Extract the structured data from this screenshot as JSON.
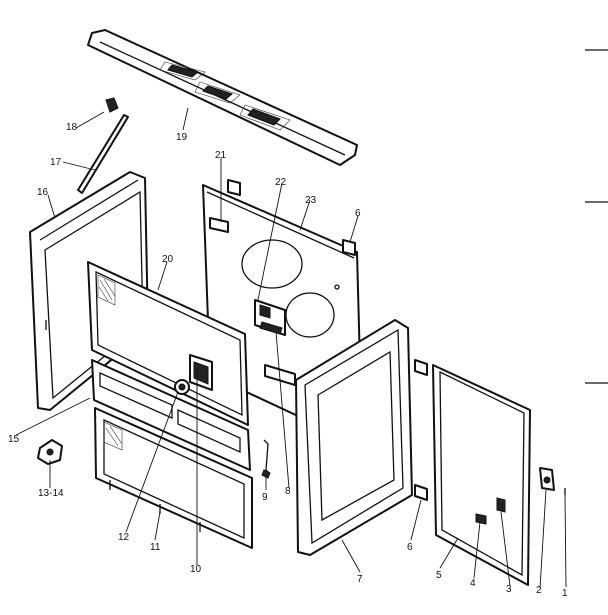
{
  "callouts": {
    "c1": "1",
    "c2": "2",
    "c3": "3",
    "c4": "4",
    "c5": "5",
    "c6a": "6",
    "c6b": "6",
    "c7": "7",
    "c8": "8",
    "c9": "9",
    "c10": "10",
    "c11": "11",
    "c12": "12",
    "c13_14": "13-14",
    "c15": "15",
    "c16": "16",
    "c17": "17",
    "c18": "18",
    "c19": "19",
    "c20": "20",
    "c21": "21",
    "c22": "22",
    "c23": "23"
  }
}
